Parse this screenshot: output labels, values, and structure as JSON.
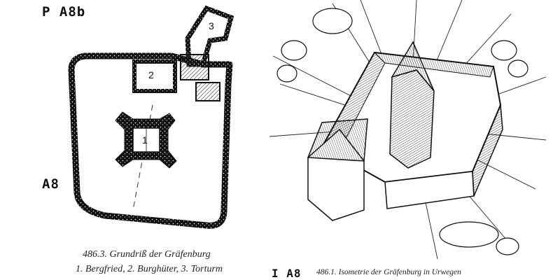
{
  "labels": {
    "top_left": "P A8b",
    "bottom_left": "A8",
    "bottom_right": "I A8"
  },
  "floor_plan": {
    "caption_title": "486.3. Grundriß der Gräfenburg",
    "caption_legend": "1. Bergfried, 2. Burghüter, 3. Torturm",
    "markers": [
      "1",
      "2",
      "3"
    ]
  },
  "isometric": {
    "caption": "486.1. Isometrie der Gräfenburg in Urwegen"
  }
}
